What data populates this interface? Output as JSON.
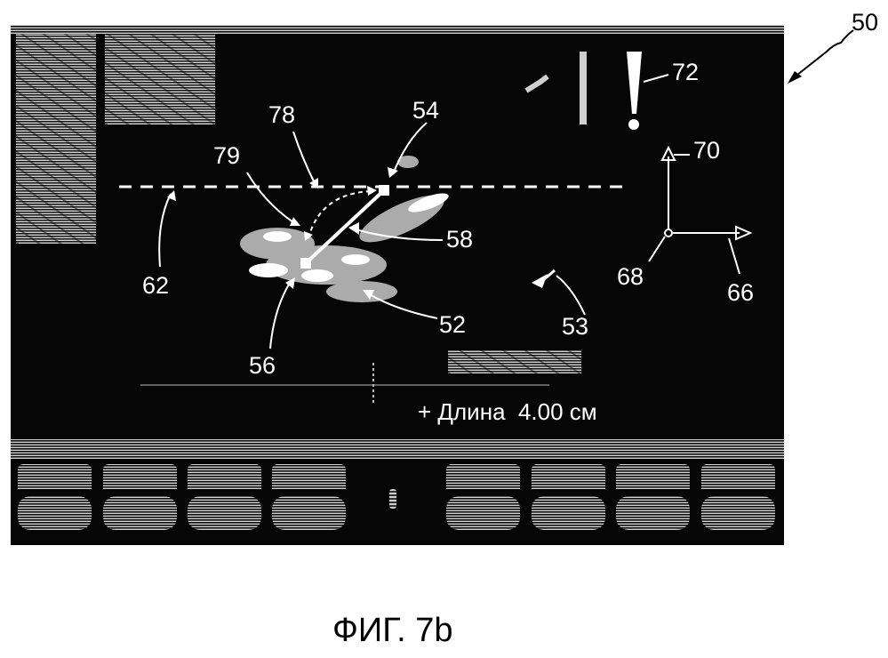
{
  "screen": {
    "ref_number": "50",
    "measurement": {
      "text": "+ Длина  4.00 см"
    },
    "labels": {
      "l52": "52",
      "l53": "53",
      "l54": "54",
      "l56": "56",
      "l58": "58",
      "l62": "62",
      "l66": "66",
      "l68": "68",
      "l70": "70",
      "l72": "72",
      "l78": "78",
      "l79": "79"
    }
  },
  "caption": "ФИГ. 7b",
  "colors": {
    "screen_bg": "#060606",
    "marker": "#ffffff",
    "hatch_light": "#cfcfcf"
  }
}
